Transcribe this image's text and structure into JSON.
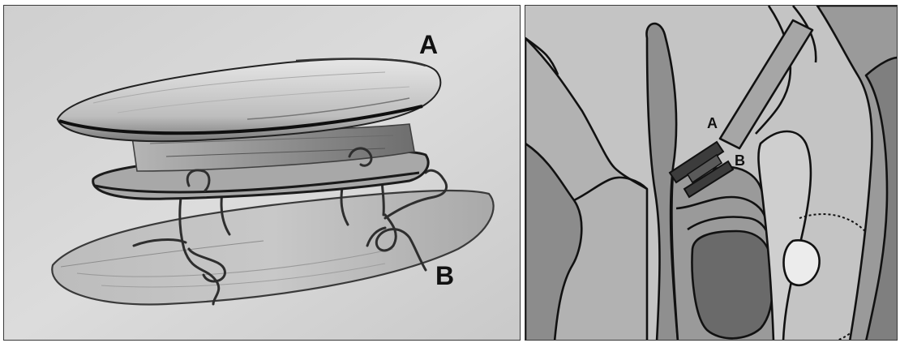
{
  "sketch_panel": {
    "label_a": "A",
    "label_b": "B"
  },
  "anatomy_panel": {
    "label_a": "A",
    "label_b": "B"
  }
}
